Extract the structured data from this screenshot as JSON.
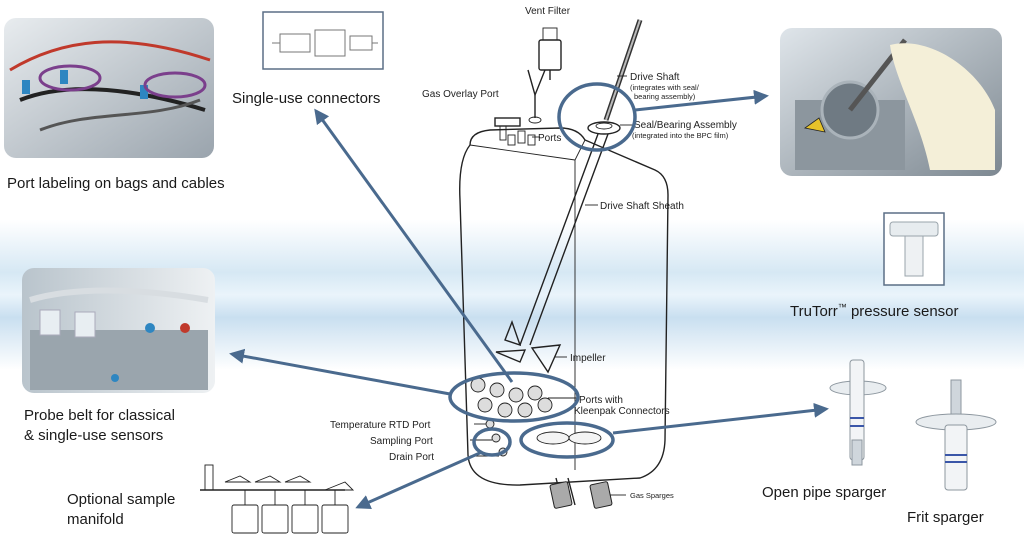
{
  "labels": {
    "port_labeling": "Port labeling on bags and cables",
    "single_use_connectors": "Single-use connectors",
    "probe_belt_line1": "Probe belt for classical",
    "probe_belt_line2": "& single-use sensors",
    "optional_manifold_line1": "Optional sample",
    "optional_manifold_line2": "manifold",
    "trutorr_prefix": "TruTorr",
    "trutorr_tm": "™",
    "trutorr_suffix": " pressure sensor",
    "open_pipe_sparger": "Open pipe sparger",
    "frit_sparger": "Frit sparger"
  },
  "callouts": {
    "vent_filter": "Vent Filter",
    "drive_shaft": "Drive Shaft",
    "drive_shaft_note1": "(integrates with seal/",
    "drive_shaft_note2": "bearing assembly)",
    "gas_overlay_port": "Gas Overlay Port",
    "ports": "Ports",
    "seal_bearing": "Seal/Bearing Assembly",
    "seal_bearing_note": "(integrated into the BPC film)",
    "drive_shaft_sheath": "Drive Shaft Sheath",
    "impeller": "Impeller",
    "ports_with_line1": "Ports with",
    "ports_with_line2": "Kleenpak Connectors",
    "temperature_rtd": "Temperature RTD Port",
    "sampling_port": "Sampling Port",
    "drain_port": "Drain Port",
    "gas_sparges": "Gas Sparges"
  },
  "colors": {
    "accent": "#4a6a8e",
    "background_band": "#d6e8f4"
  }
}
